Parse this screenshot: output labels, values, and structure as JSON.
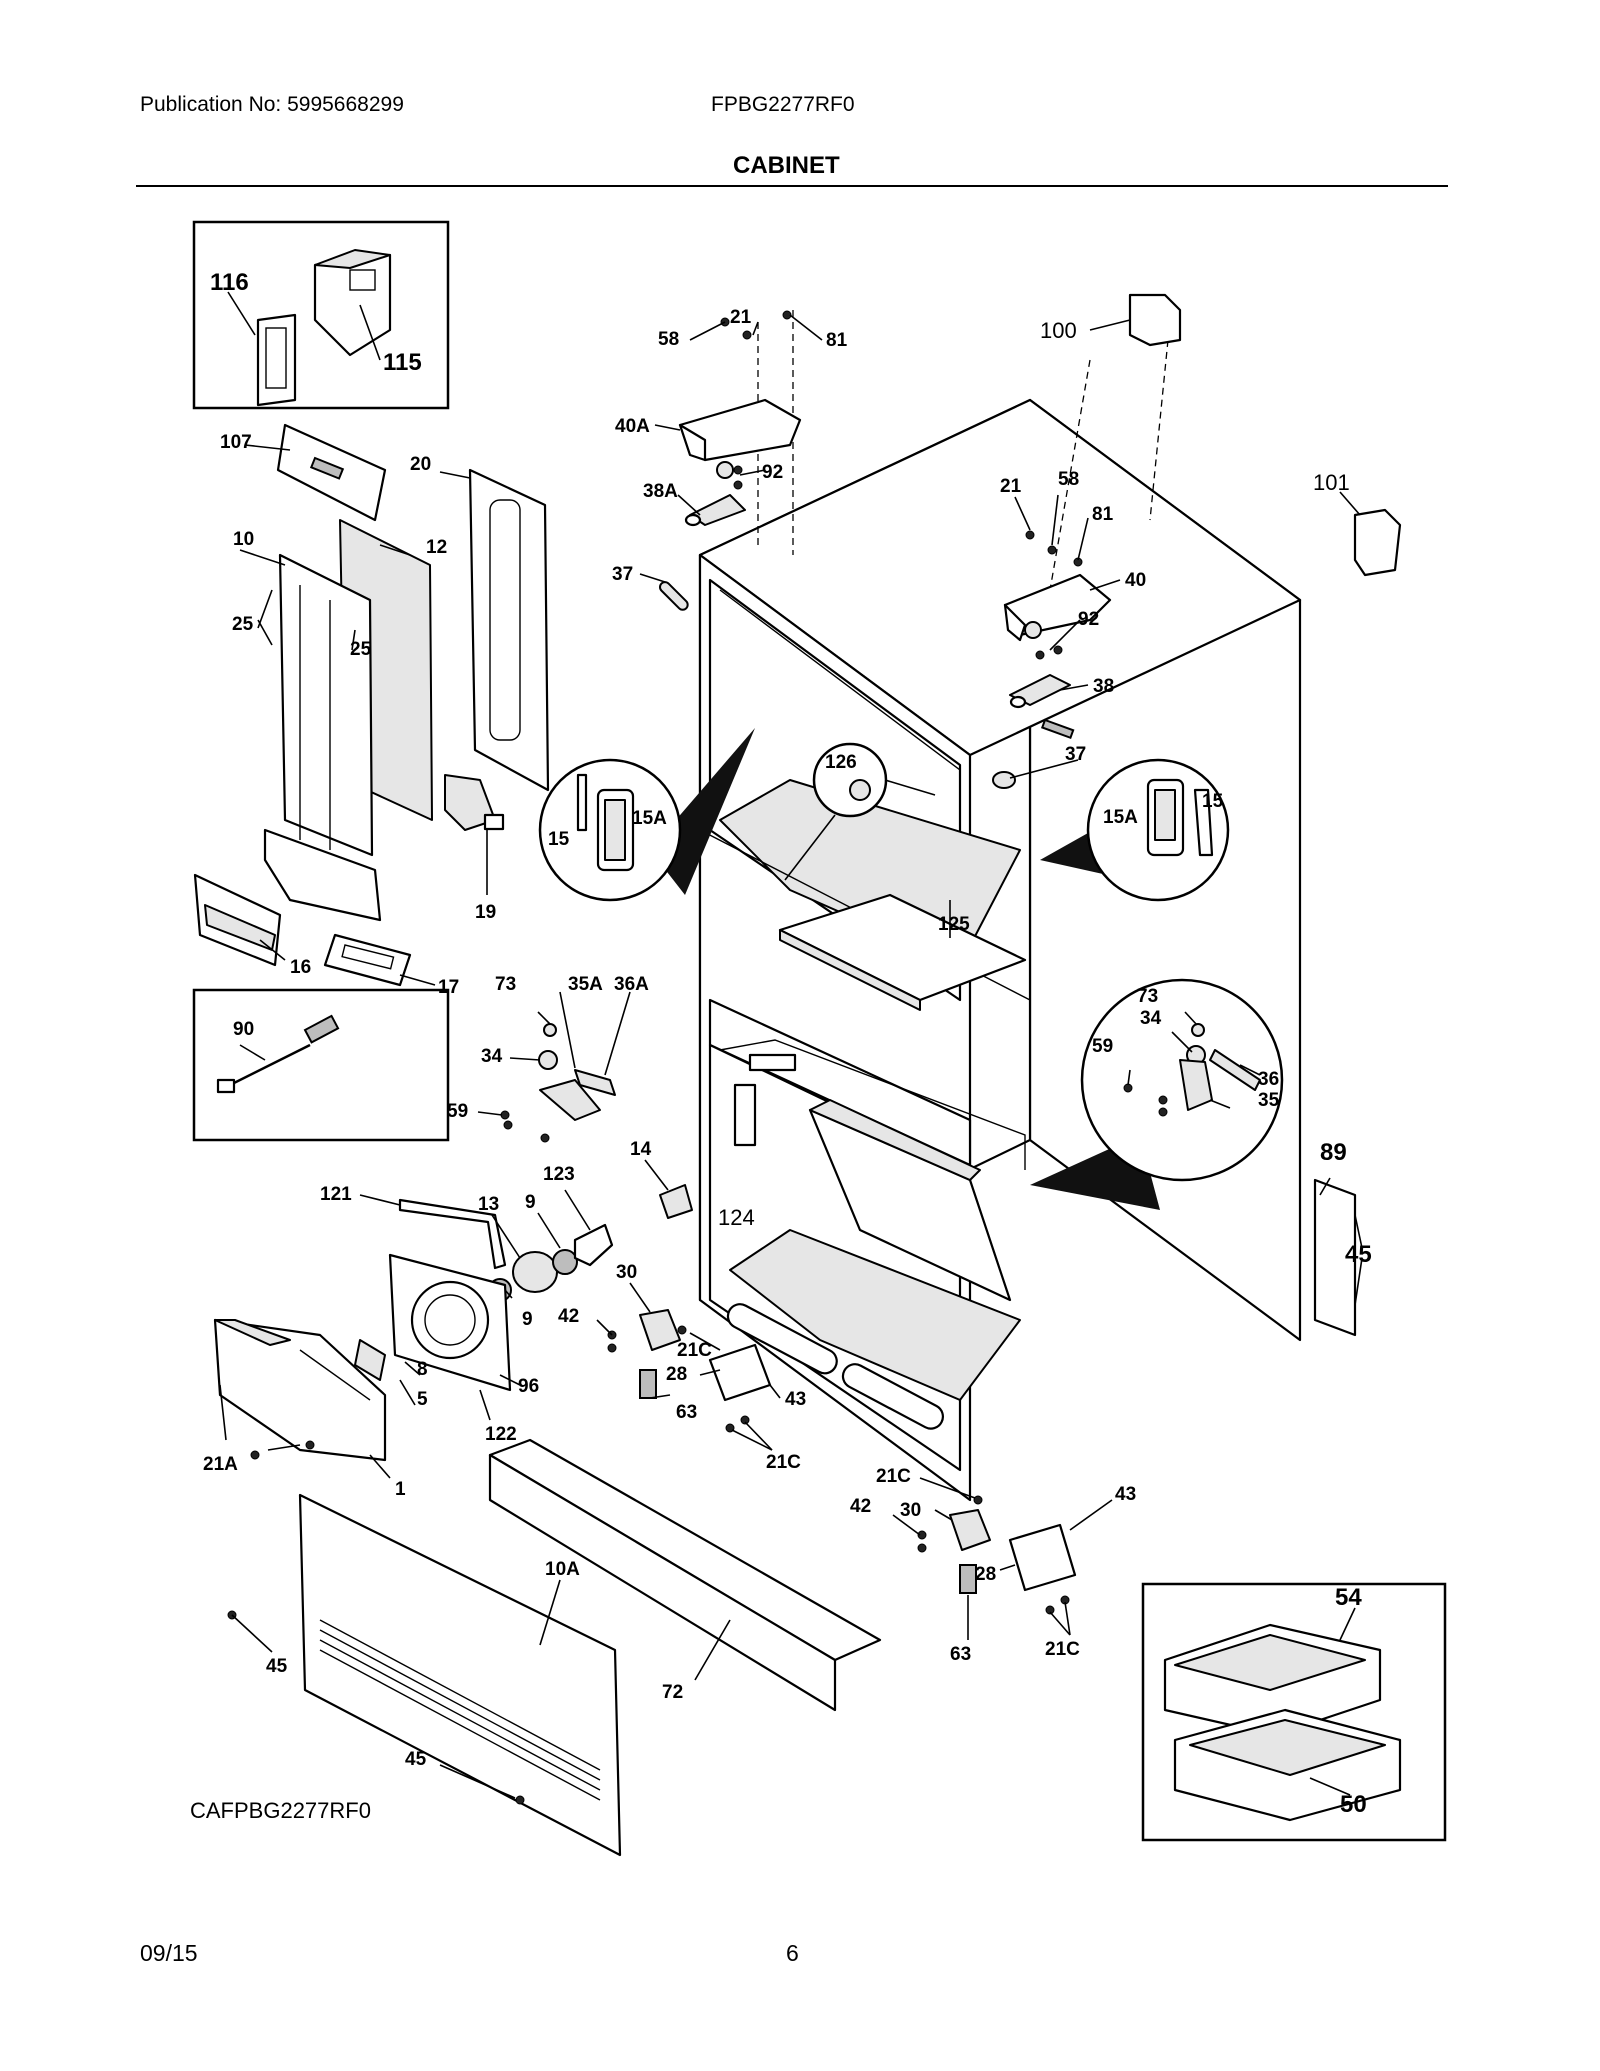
{
  "header": {
    "publication": "Publication No: 5995668299",
    "model": "FPBG2277RF0",
    "section_title": "CABINET"
  },
  "footer": {
    "date": "09/15",
    "page": "6"
  },
  "diagram_code": "CAFPBG2277RF0",
  "callouts": {
    "p116": "116",
    "p115": "115",
    "p107": "107",
    "p20": "20",
    "p10": "10",
    "p12": "12",
    "p25a": "25",
    "p25b": "25",
    "p16": "16",
    "p17": "17",
    "p19": "19",
    "p58a": "58",
    "p21a": "21",
    "p81a": "81",
    "p40A": "40A",
    "p92a": "92",
    "p38A": "38A",
    "p37a": "37",
    "p100": "100",
    "p101": "101",
    "p21b": "21",
    "p58b": "58",
    "p81b": "81",
    "p40": "40",
    "p92b": "92",
    "p38": "38",
    "p37b": "37",
    "p126": "126",
    "p15a": "15",
    "p15Aa": "15A",
    "p15Ab": "15A",
    "p15b": "15",
    "p125": "125",
    "p73a": "73",
    "p35A": "35A",
    "p36A": "36A",
    "p34a": "34",
    "p59a": "59",
    "p90": "90",
    "p73b": "73",
    "p34b": "34",
    "p59b": "59",
    "p36": "36",
    "p35": "35",
    "p89": "89",
    "p45a": "45",
    "p14": "14",
    "p124": "124",
    "p121": "121",
    "p13": "13",
    "p9a": "9",
    "p123": "123",
    "p9b": "9",
    "p30a": "30",
    "p42a": "42",
    "p21Ca": "21C",
    "p28a": "28",
    "p63a": "63",
    "p43a": "43",
    "p21Cb": "21C",
    "p8": "8",
    "p5": "5",
    "p96": "96",
    "p122": "122",
    "p21A": "21A",
    "p1": "1",
    "p10A": "10A",
    "p72": "72",
    "p45b": "45",
    "p45c": "45",
    "p21Cc": "21C",
    "p42b": "42",
    "p30b": "30",
    "p43b": "43",
    "p28b": "28",
    "p63b": "63",
    "p21Cd": "21C",
    "p54": "54",
    "p50": "50"
  }
}
